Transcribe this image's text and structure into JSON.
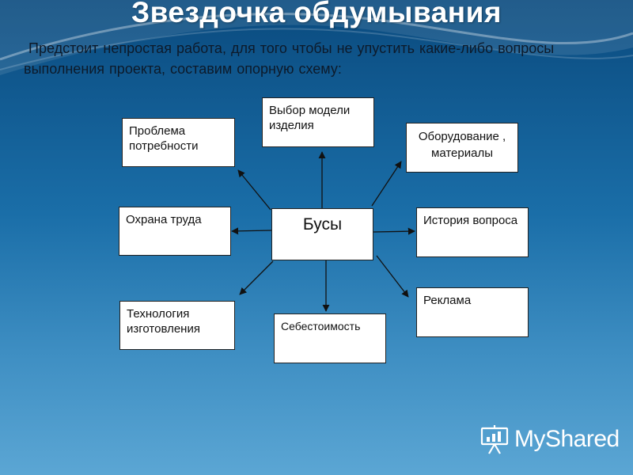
{
  "title": "Звездочка обдумывания",
  "subtitle": "Предстоит непростая работа, для того чтобы не упустить какие-либо  вопросы выполнения   проекта,  составим опорную  схему:",
  "center": "Бусы",
  "nodes": {
    "problem": "Проблема потребности",
    "model": "Выбор модели изделия",
    "equipment": "Оборудование , материалы",
    "safety": "Охрана труда",
    "history": "История вопроса",
    "technology": "Технология изготовления",
    "cost": "Себестоимость",
    "advert": "Реклама"
  },
  "brand": "MyShared"
}
